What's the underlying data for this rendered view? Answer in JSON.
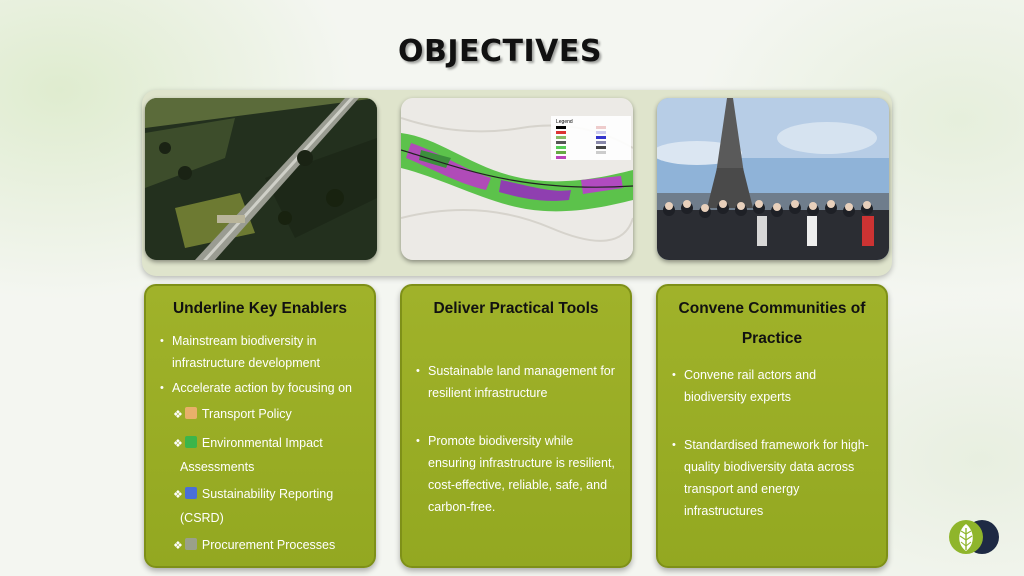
{
  "title": "OBJECTIVES",
  "photos": [
    {
      "icon": "aerial-road-forest-photo"
    },
    {
      "icon": "land-cover-map-photo",
      "legend_title": "Legend"
    },
    {
      "icon": "eiffel-tower-group-photo"
    }
  ],
  "cards": [
    {
      "heading": "Underline Key Enablers",
      "bullets": [
        "Mainstream biodiversity in infrastructure development",
        "Accelerate action by focusing on"
      ],
      "subitems": [
        {
          "label": "Transport Policy",
          "icon": "document-icon",
          "color": "#e8b06a"
        },
        {
          "label": "Environmental Impact Assessments",
          "icon": "checkbox-icon",
          "color": "#3bb54a"
        },
        {
          "label": "Sustainability Reporting (CSRD)",
          "icon": "bar-chart-icon",
          "color": "#4a6fd8"
        },
        {
          "label": "Procurement Processes",
          "icon": "gear-icon",
          "color": "#9aa08a"
        }
      ]
    },
    {
      "heading": "Deliver Practical Tools",
      "bullets": [
        "Sustainable land management for resilient infrastructure",
        "Promote biodiversity while ensuring infrastructure is resilient, cost-effective, reliable, safe, and carbon-free."
      ]
    },
    {
      "heading": "Convene Communities of Practice",
      "bullets": [
        "Convene rail actors and biodiversity experts",
        "Standardised framework for high-quality biodiversity data across transport and energy infrastructures"
      ]
    }
  ],
  "logo": {
    "icon": "leaf-logo-icon",
    "colors": [
      "#8fb52b",
      "#1e2a44"
    ]
  }
}
